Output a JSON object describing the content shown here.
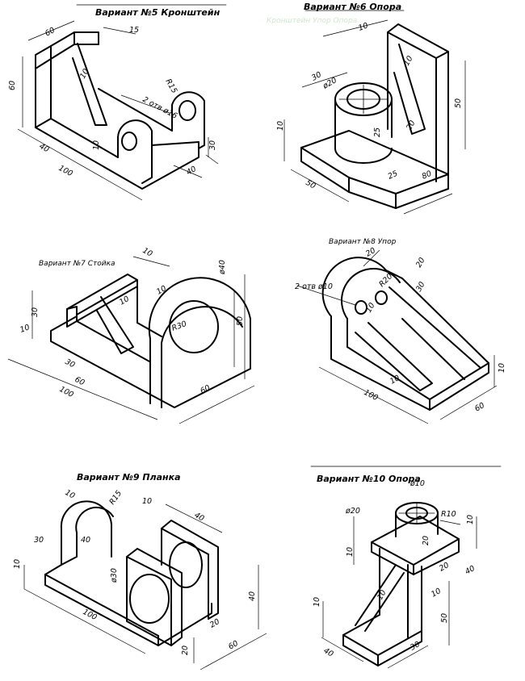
{
  "titles": {
    "v5": "Вариант №5  Кронштейн",
    "v6": "Вариант №6 Опора",
    "v7": "Вариант №7 Стойка",
    "v8": "Вариант №8  Упор",
    "v9": "Вариант №9 Планка",
    "v10": "Вариант №10 Опора"
  },
  "watermark": "Кронштейн  Упор  Опора",
  "dims": {
    "v5": [
      "60",
      "15",
      "60",
      "R15",
      "2 отв ø16",
      "10",
      "10",
      "30",
      "40",
      "100",
      "40"
    ],
    "v6": [
      "10",
      "10",
      "30",
      "ø20",
      "50",
      "10",
      "25",
      "20",
      "25",
      "50",
      "80"
    ],
    "v7": [
      "10",
      "30",
      "10",
      "10",
      "ø40",
      "10",
      "R30",
      "50",
      "30",
      "60",
      "100",
      "60"
    ],
    "v8": [
      "20",
      "20",
      "2 отв ø10",
      "R20",
      "30",
      "10",
      "10",
      "100",
      "60",
      "10"
    ],
    "v9": [
      "10",
      "R15",
      "10",
      "40",
      "30",
      "40",
      "ø30",
      "10",
      "100",
      "20",
      "40",
      "20",
      "60"
    ],
    "v10": [
      "ø10",
      "ø20",
      "R10",
      "10",
      "10",
      "20",
      "20",
      "40",
      "10",
      "10",
      "10",
      "50",
      "40",
      "30"
    ]
  }
}
